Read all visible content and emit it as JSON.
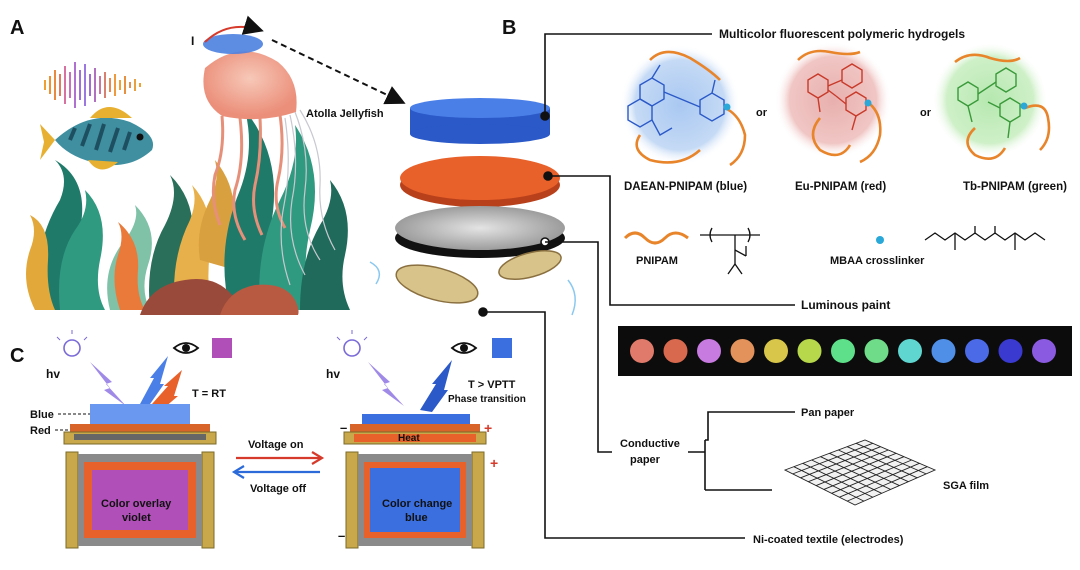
{
  "panels": {
    "a": "A",
    "b": "B",
    "c": "C"
  },
  "panel_a": {
    "jellyfish_label": "Atolla Jellyfish",
    "light_symbol": "I"
  },
  "panel_b": {
    "title": "Multicolor fluorescent polymeric hydrogels",
    "or1": "or",
    "or2": "or",
    "daean_label": "DAEAN-PNIPAM (blue)",
    "eu_label": "Eu-PNIPAM (red)",
    "tb_label": "Tb-PNIPAM (green)",
    "pnipam_label": "PNIPAM",
    "mbaa_label": "MBAA crosslinker",
    "luminous_label": "Luminous paint",
    "conductive_label_1": "Conductive",
    "conductive_label_2": "paper",
    "pan_label": "Pan paper",
    "sga_label": "SGA film",
    "ni_label": "Ni-coated textile (electrodes)",
    "colors": {
      "blue": "#3b6fe0",
      "red": "#e0531f",
      "green": "#7fd67a",
      "daean_text": "#3d7fd8",
      "eu_text": "#d63a2a",
      "tb_text": "#4fbf4f"
    }
  },
  "panel_c": {
    "hv_left": "hv",
    "hv_right": "hv",
    "t_rt": "T = RT",
    "t_vptt": "T > VPTT",
    "phase": "Phase transition",
    "blue_label": "Blue",
    "red_label": "Red",
    "heat": "Heat",
    "voltage_on": "Voltage on",
    "voltage_off": "Voltage off",
    "overlay_1": "Color overlay",
    "overlay_2": "violet",
    "change_1": "Color change",
    "change_2": "blue",
    "plus": "+",
    "minus": "–",
    "swatch_violet": "#b04fb8",
    "swatch_blue": "#3b6fe0"
  },
  "palette": [
    "#e07a6a",
    "#d8694f",
    "#c77ae0",
    "#e2925a",
    "#d8c64a",
    "#b6d84a",
    "#5ee08a",
    "#6fdc8a",
    "#5fd6d0",
    "#4f8fe8",
    "#4a6ae8",
    "#3a3ad0",
    "#8a5ae0"
  ]
}
